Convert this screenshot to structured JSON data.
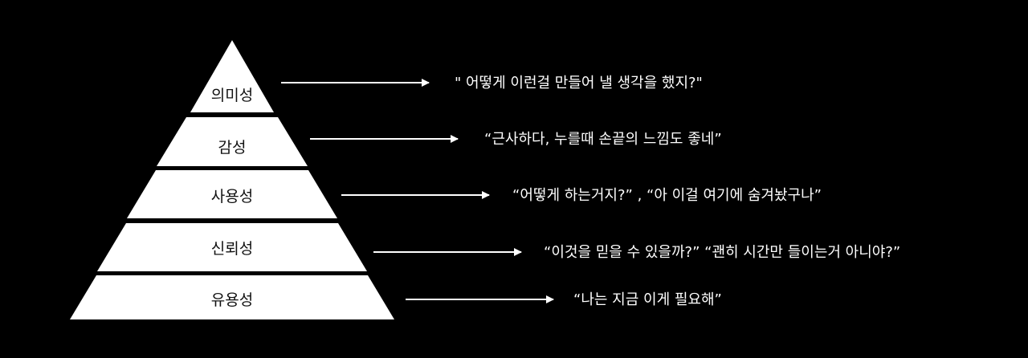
{
  "colors": {
    "background": "#000000",
    "pyramid": "#ffffff",
    "arrow": "#ffffff",
    "tier_text": "#111111",
    "quote_text": "#ffffff"
  },
  "pyramid": {
    "tiers": [
      {
        "label": "의미성",
        "quote": "\" 어떻게 이런걸 만들어 낼 생각을 했지?\""
      },
      {
        "label": "감성",
        "quote": "“근사하다, 누를때 손끝의 느낌도 좋네”"
      },
      {
        "label": "사용성",
        "quote": "“어떻게 하는거지?” , “아 이걸 여기에 숨겨놨구나”"
      },
      {
        "label": "신뢰성",
        "quote": "“이것을 믿을 수 있을까?” “괜히 시간만 들이는거 아니야?”"
      },
      {
        "label": "유용성",
        "quote": "“나는 지금 이게 필요해”"
      }
    ]
  }
}
